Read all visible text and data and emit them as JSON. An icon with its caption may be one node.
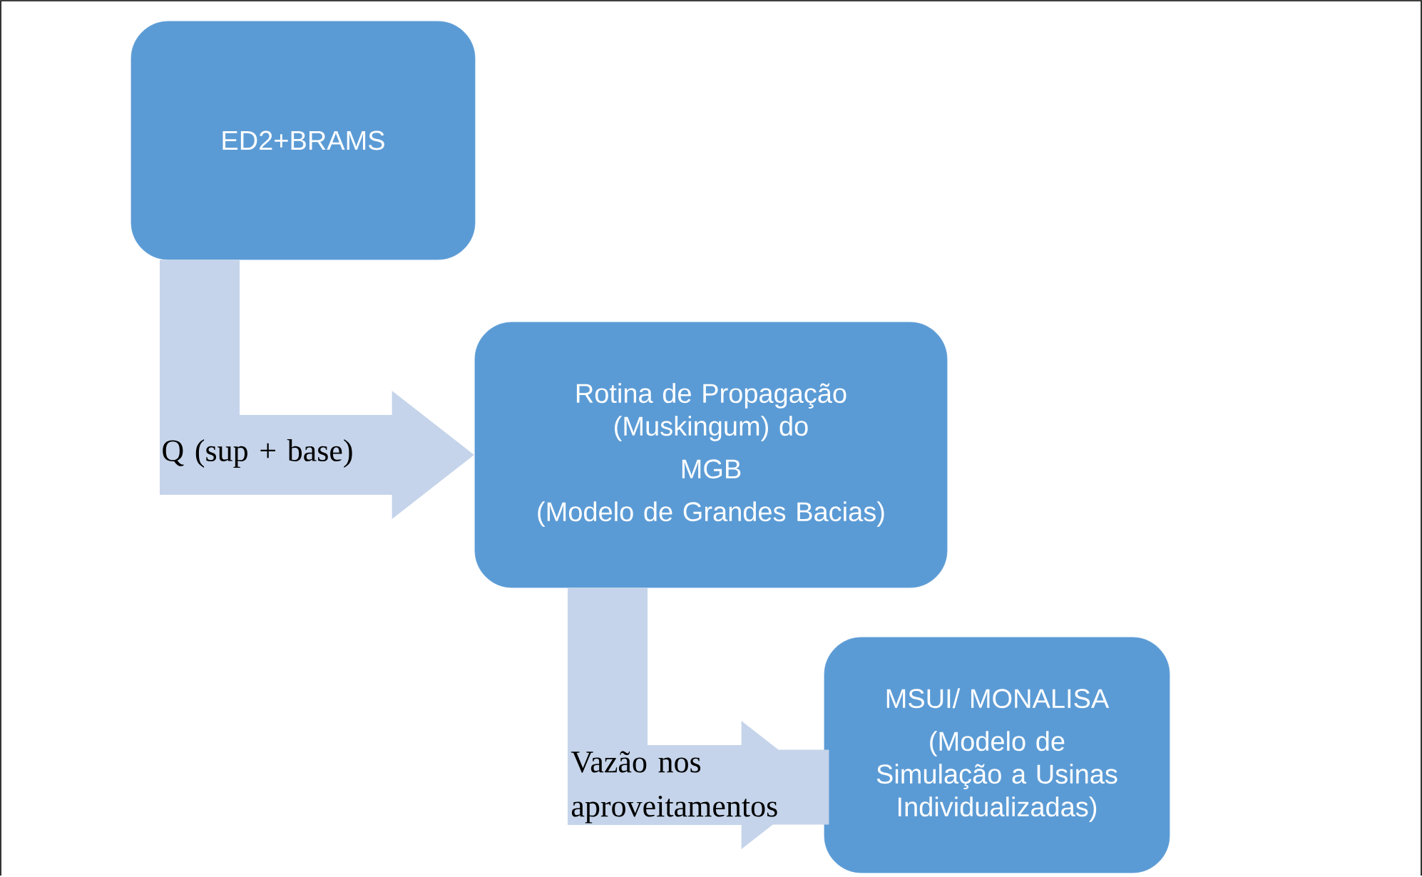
{
  "diagram": {
    "nodes": [
      {
        "text": [
          "ED2+BRAMS"
        ]
      },
      {
        "text": [
          "Rotina de Propagação (Muskingum) do",
          "MGB",
          "(Modelo de Grandes Bacias)"
        ]
      },
      {
        "text": [
          "MSUI/ MONALISA",
          "(Modelo de Simulação a Usinas Individualizadas)"
        ]
      }
    ],
    "edges": [
      {
        "from": 0,
        "to": 1,
        "arrow": "to",
        "label": "Q (sup + base)"
      },
      {
        "from": 1,
        "to": 2,
        "arrow": "to",
        "label": "Vazão nos aproveitamentos"
      }
    ]
  }
}
